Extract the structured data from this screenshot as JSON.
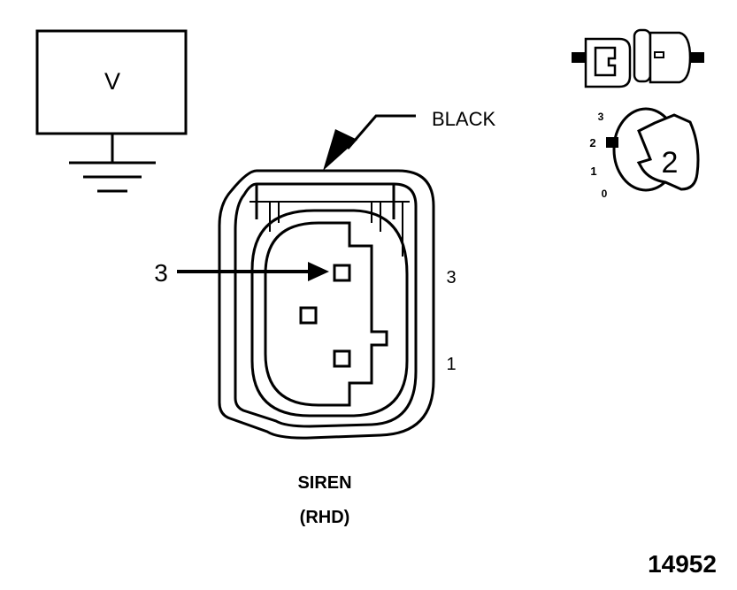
{
  "meter": {
    "label": "V"
  },
  "wire": {
    "color_label": "BLACK"
  },
  "connector": {
    "pointer_label": "3",
    "side_label_upper": "3",
    "side_label_lower": "1"
  },
  "switch": {
    "positions": [
      "3",
      "2",
      "1",
      "0"
    ],
    "selected": "2"
  },
  "caption": {
    "name": "SIREN",
    "variant": "(RHD)"
  },
  "figure_number": "14952"
}
